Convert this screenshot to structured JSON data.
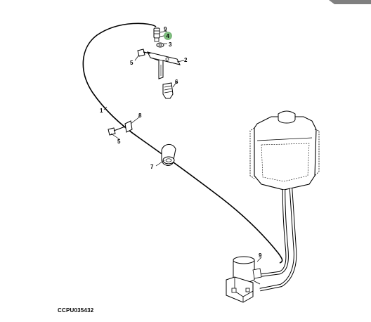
{
  "diagram": {
    "drawing_code": "CCPU035432",
    "callouts": {
      "c1": "1",
      "c2": "2",
      "c3": "3",
      "c4": "4",
      "c5a": "5",
      "c5b": "5",
      "c6": "6",
      "c7": "7",
      "c8": "8",
      "c9a": "9",
      "c9b": "9"
    },
    "colors": {
      "line": "#000000",
      "part_fill": "#ffffff",
      "highlight": "#7fbf7f",
      "tab": "#808080"
    }
  }
}
